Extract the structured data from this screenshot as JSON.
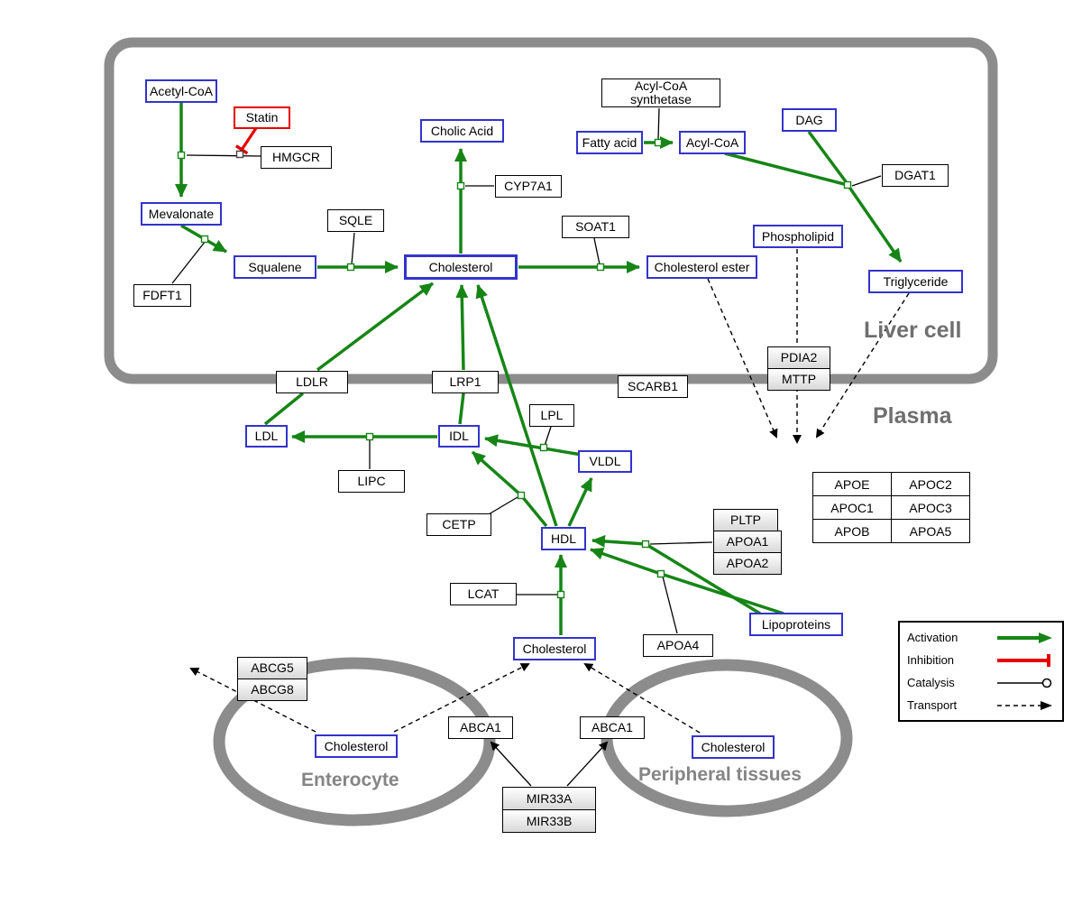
{
  "regions": {
    "liver_cell": "Liver cell",
    "plasma": "Plasma",
    "enterocyte": "Enterocyte",
    "peripheral_tissues": "Peripheral tissues"
  },
  "nodes": {
    "acetyl_coa": "Acetyl-CoA",
    "statin": "Statin",
    "hmgcr": "HMGCR",
    "mevalonate": "Mevalonate",
    "fdft1": "FDFT1",
    "squalene": "Squalene",
    "sqle": "SQLE",
    "cholic_acid": "Cholic Acid",
    "cyp7a1": "CYP7A1",
    "cholesterol_liver": "Cholesterol",
    "soat1": "SOAT1",
    "cholesterol_ester": "Cholesterol ester",
    "acyl_coa_synthetase": "Acyl-CoA synthetase",
    "fatty_acid": "Fatty acid",
    "acyl_coa": "Acyl-CoA",
    "dag": "DAG",
    "dgat1": "DGAT1",
    "phospholipid": "Phospholipid",
    "triglyceride": "Triglyceride",
    "ldlr": "LDLR",
    "lrp1": "LRP1",
    "scarb1": "SCARB1",
    "pdia2": "PDIA2",
    "mttp": "MTTP",
    "ldl": "LDL",
    "idl": "IDL",
    "lpl": "LPL",
    "vldl": "VLDL",
    "lipc": "LIPC",
    "cetp": "CETP",
    "hdl": "HDL",
    "pltp": "PLTP",
    "apoa1": "APOA1",
    "apoa2": "APOA2",
    "lcat": "LCAT",
    "apoa4": "APOA4",
    "lipoproteins": "Lipoproteins",
    "cholesterol_plasma": "Cholesterol",
    "abcg5": "ABCG5",
    "abcg8": "ABCG8",
    "cholesterol_enterocyte": "Cholesterol",
    "abca1_left": "ABCA1",
    "abca1_right": "ABCA1",
    "cholesterol_peripheral": "Cholesterol",
    "mir33a": "MIR33A",
    "mir33b": "MIR33B"
  },
  "apo_table": [
    [
      "APOE",
      "APOC2"
    ],
    [
      "APOC1",
      "APOC3"
    ],
    [
      "APOB",
      "APOA5"
    ]
  ],
  "legend": {
    "activation": "Activation",
    "inhibition": "Inhibition",
    "catalysis": "Catalysis",
    "transport": "Transport"
  },
  "colors": {
    "activation_green": "#168516",
    "inhibition_red": "#e60000",
    "metabolite_blue": "#3333cc",
    "membrane_gray": "#8c8c8c"
  }
}
